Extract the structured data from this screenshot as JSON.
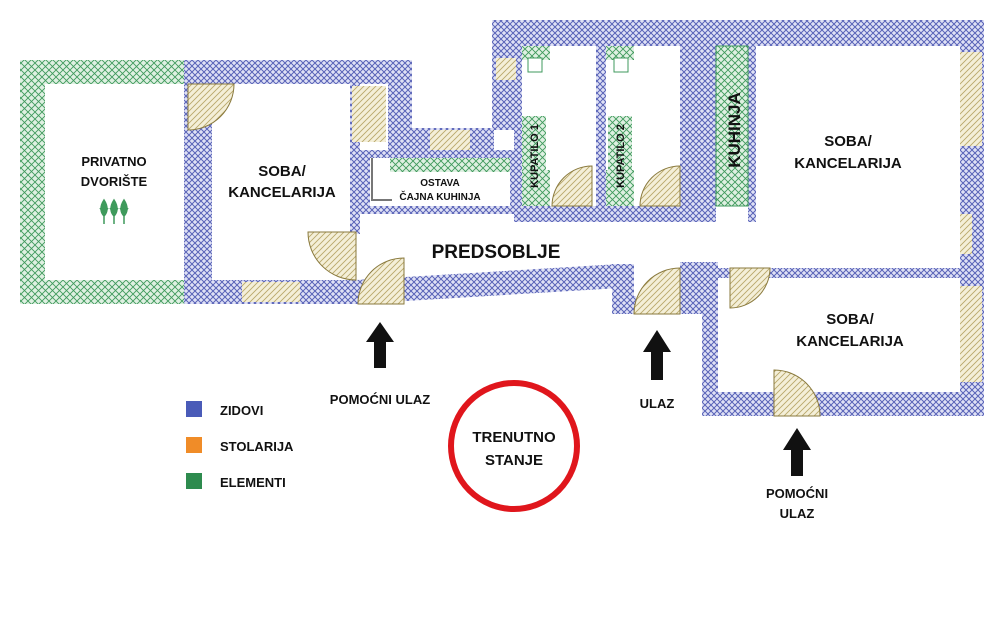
{
  "rooms": {
    "courtyard": {
      "line1": "PRIVATNO",
      "line2": "DVORIŠTE"
    },
    "office_left": {
      "line1": "SOBA/",
      "line2": "KANCELARIJA"
    },
    "storage": {
      "line1": "OSTAVA",
      "line2": "ČAJNA KUHINJA"
    },
    "bathroom1": "KUPATILO 1",
    "bathroom2": "KUPATILO 2",
    "kitchen": "KUHINJA",
    "office_right_top": {
      "line1": "SOBA/",
      "line2": "KANCELARIJA"
    },
    "office_right_bottom": {
      "line1": "SOBA/",
      "line2": "KANCELARIJA"
    },
    "hallway": "PREDSOBLJE"
  },
  "entrances": {
    "side_left": "POMOĆNI ULAZ",
    "main": "ULAZ",
    "side_right": {
      "line1": "POMOĆNI",
      "line2": "ULAZ"
    }
  },
  "legend": [
    {
      "label": "ZIDOVI",
      "color": "#4a5bb8"
    },
    {
      "label": "STOLARIJA",
      "color": "#f08c28"
    },
    {
      "label": "ELEMENTI",
      "color": "#2e8b4e"
    }
  ],
  "stamp": {
    "line1": "TRENUTNO",
    "line2": "STANJE",
    "color": "#e0161c"
  },
  "colors": {
    "wall_fill": "#dfe1f5",
    "wall_line": "#5a64b8",
    "element_fill": "#dff0e2",
    "element_line": "#3f9a5c",
    "joinery_fill": "#f4efd8",
    "joinery_line": "#b9a86a",
    "arrow": "#111111"
  },
  "icons": {
    "plant": "plant-icon",
    "arrow": "arrow-up-icon"
  }
}
